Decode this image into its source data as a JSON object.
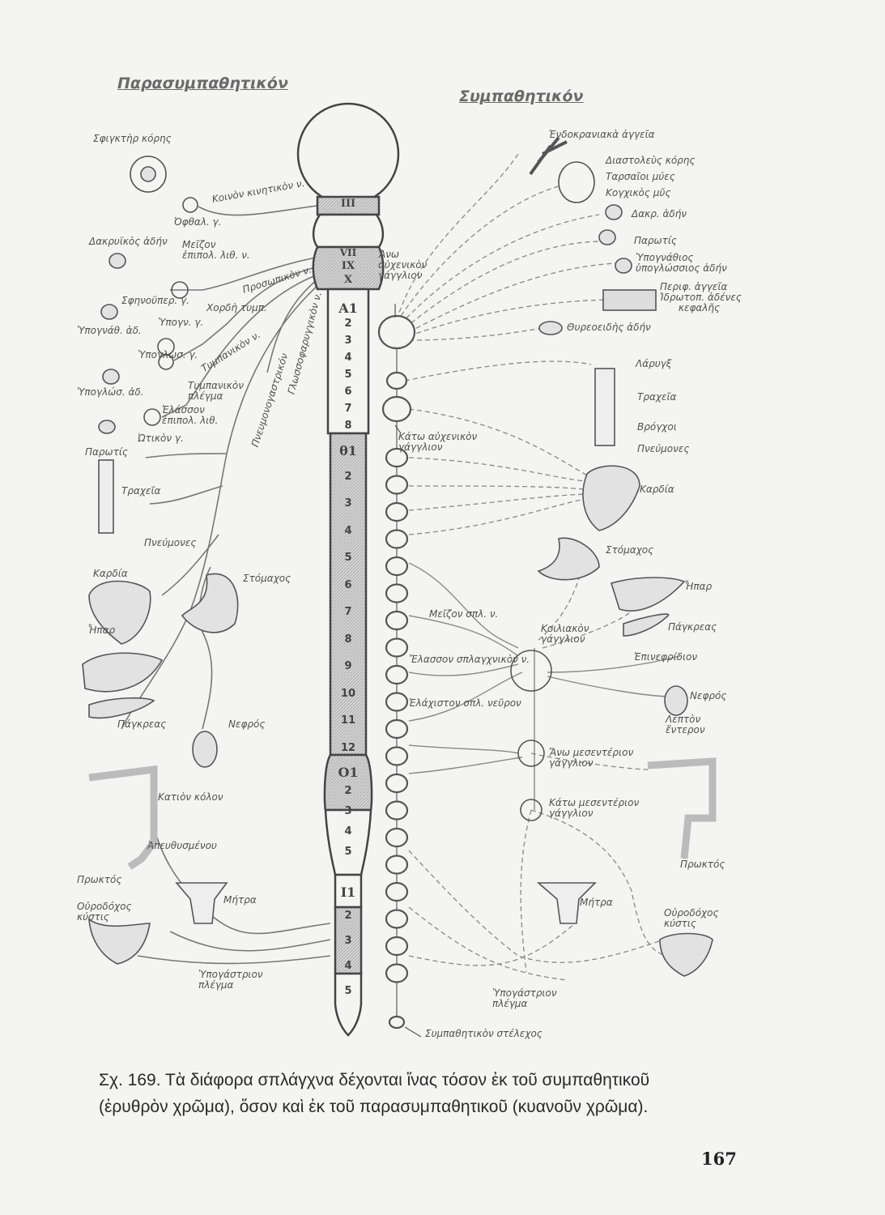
{
  "headings": {
    "parasympathetic": "Παρασυμπαθητικόν",
    "sympathetic": "Συμπαθητικόν"
  },
  "brain_stem": {
    "III": "III",
    "VII": "VII",
    "IX": "IX",
    "X": "X"
  },
  "spinal_segments": {
    "cervical": [
      "A1",
      "2",
      "3",
      "4",
      "5",
      "6",
      "7",
      "8"
    ],
    "thoracic": [
      "θ1",
      "2",
      "3",
      "4",
      "5",
      "6",
      "7",
      "8",
      "9",
      "10",
      "11",
      "12"
    ],
    "lumbar": [
      "Ο1",
      "2",
      "3",
      "4",
      "5"
    ],
    "sacral": [
      "Ι1",
      "2",
      "3",
      "4",
      "5"
    ]
  },
  "left_labels": {
    "sphincter": "Σφιγκτὴρ κόρης",
    "ophthal_g": "Ὀφθαλ. γ.",
    "oculomotor": "Κοινὸν κινητικὸν ν.",
    "lacrimal": "Δακρυϊκὸς ἀδήν",
    "greater_petrosal": "Μεῖζον\nἐπιπολ. λιθ. ν.",
    "facial": "Προσωπικὸν ν.",
    "sphenopal": "Σφηνοϋπερ. γ.",
    "submand_g": "Ὑπογν. γ.",
    "chorda": "Χορδὴ τυμπ.",
    "submand_gland": "Ὑπογνάθ. ἀδ.",
    "sublingual_g": "Ὑπογλωσ. γ.",
    "tympanic": "Τυμπανικὸν ν.",
    "glossopharyngeal": "Γλωσσοφαρυγγικὸν ν.",
    "tympanic_plexus": "Τυμπανικὸν\nπλέγμα",
    "sublingual_gland": "Ὑπογλώσ. ἀδ.",
    "lesser_petrosal": "Ἐλάσσον\nἐπιπολ. λιθ.",
    "vagus": "Πνευμονογαστρικόν",
    "otic": "Ὠτικὸν γ.",
    "parotid": "Παρωτίς",
    "trachea": "Τραχεῖα",
    "lungs": "Πνεύμονες",
    "heart": "Καρδία",
    "stomach": "Στόμαχος",
    "liver": "Ἧπαρ",
    "pancreas": "Πάγκρεας",
    "kidney": "Νεφρός",
    "descending_colon": "Κατιὸν κόλον",
    "rectum": "Ἀπευθυσμένου",
    "anus": "Πρωκτός",
    "bladder": "Οὐροδόχος\nκύστις",
    "uterus": "Μήτρα",
    "hypogastric": "Ὑπογάστριον\nπλέγμα"
  },
  "right_labels": {
    "intracranial": "Ἐνδοκρανιακὰ ἀγγεῖα",
    "dilator": "Διαστολεὺς κόρης",
    "tarsal": "Ταρσαῖοι μύες",
    "orbital": "Κογχικὸς μῦς",
    "lacrimal": "Δακρ. ἀδήν",
    "parotid": "Παρωτίς",
    "submand": "Ὑπογνάθιος\nὑπογλώσσιος ἀδήν",
    "vessels": "Περιφ. ἀγγεῖα\nἹδρωτοπ. ἀδένες\n      κεφαλῆς",
    "thyroid": "Θυρεοειδὴς ἀδήν",
    "upper_cervical": "Ἄνω\nαὐχενικὸν\nγάγγλιον",
    "larynx": "Λάρυγξ",
    "trachea": "Τραχεῖα",
    "bronchi": "Βρόγχοι",
    "lungs": "Πνεύμονες",
    "lower_cervical": "Κάτω αὐχενικὸν\nγάγγλιον",
    "heart": "Καρδία",
    "stomach": "Στόμαχος",
    "liver": "Ἧπαρ",
    "pancreas": "Πάγκρεας",
    "greater_splanchnic": "Μεῖζον σπλ. ν.",
    "celiac": "Κοιλιακὸν\nγάγγλιον",
    "adrenal": "Ἐπινεφρίδιον",
    "lesser_splanchnic": "Ἔλασσον σπλαγχνικὸν ν.",
    "least_splanchnic": "Ἐλάχιστον σπλ. νεῦρον",
    "kidney": "Νεφρός",
    "small_intestine": "Λεπτὸν\nἔντερον",
    "sup_mesenteric": "Ἄνω μεσεντέριον\nγάγγλιον",
    "inf_mesenteric": "Κάτω μεσεντέριον\nγάγγλιον",
    "anus": "Πρωκτός",
    "uterus": "Μήτρα",
    "bladder": "Οὐροδόχος\nκύστις",
    "hypogastric": "Ὑπογάστριον\nπλέγμα",
    "trunk": "Συμπαθητικὸν στέλεχος"
  },
  "caption": {
    "line1": "Σχ. 169. Τὰ διάφορα σπλάγχνα δέχονται ἴνας τόσον ἐκ τοῦ συμπαθητικοῦ",
    "line2": "(ἐρυθρὸν χρῶμα), ὅσον καὶ ἐκ τοῦ παρασυμπαθητικοῦ (κυανοῦν χρῶμα)."
  },
  "page_number": "167",
  "colors": {
    "ink": "#555555",
    "shade": "#c8c8c8",
    "paper": "#f4f4f2"
  }
}
